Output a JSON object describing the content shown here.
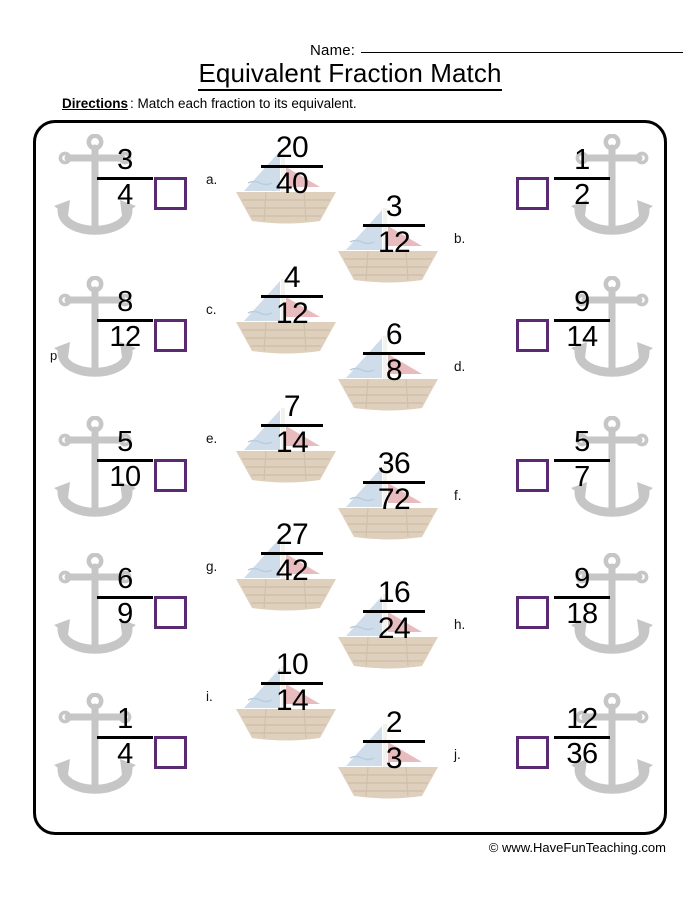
{
  "header": {
    "name_label": "Name:",
    "title": "Equivalent Fraction Match",
    "directions_label": "Directions",
    "directions_text": ": Match each fraction to its equivalent."
  },
  "footer": {
    "copyright": "© www.HaveFunTeaching.com"
  },
  "colors": {
    "box_border": "#5a2a72",
    "anchor_gray": "#c6c6c6",
    "boat_hull": "#ded0bd",
    "boat_sail_blue": "#cfdcea",
    "boat_sail_pink": "#e8bcbe"
  },
  "left_column": [
    {
      "numerator": "3",
      "denominator": "4",
      "side_letter": ""
    },
    {
      "numerator": "8",
      "denominator": "12",
      "side_letter": "p"
    },
    {
      "numerator": "5",
      "denominator": "10",
      "side_letter": ""
    },
    {
      "numerator": "6",
      "denominator": "9",
      "side_letter": ""
    },
    {
      "numerator": "1",
      "denominator": "4",
      "side_letter": ""
    }
  ],
  "middle_column": [
    {
      "letter": "a.",
      "numerator": "20",
      "denominator": "40",
      "align": "left"
    },
    {
      "letter": "b.",
      "numerator": "3",
      "denominator": "12",
      "align": "right"
    },
    {
      "letter": "c.",
      "numerator": "4",
      "denominator": "12",
      "align": "left"
    },
    {
      "letter": "d.",
      "numerator": "6",
      "denominator": "8",
      "align": "right"
    },
    {
      "letter": "e.",
      "numerator": "7",
      "denominator": "14",
      "align": "left"
    },
    {
      "letter": "f.",
      "numerator": "36",
      "denominator": "72",
      "align": "right"
    },
    {
      "letter": "g.",
      "numerator": "27",
      "denominator": "42",
      "align": "left"
    },
    {
      "letter": "h.",
      "numerator": "16",
      "denominator": "24",
      "align": "right"
    },
    {
      "letter": "i.",
      "numerator": "10",
      "denominator": "14",
      "align": "left"
    },
    {
      "letter": "j.",
      "numerator": "2",
      "denominator": "3",
      "align": "right"
    }
  ],
  "right_column": [
    {
      "numerator": "1",
      "denominator": "2"
    },
    {
      "numerator": "9",
      "denominator": "14"
    },
    {
      "numerator": "5",
      "denominator": "7"
    },
    {
      "numerator": "9",
      "denominator": "18"
    },
    {
      "numerator": "12",
      "denominator": "36"
    }
  ]
}
